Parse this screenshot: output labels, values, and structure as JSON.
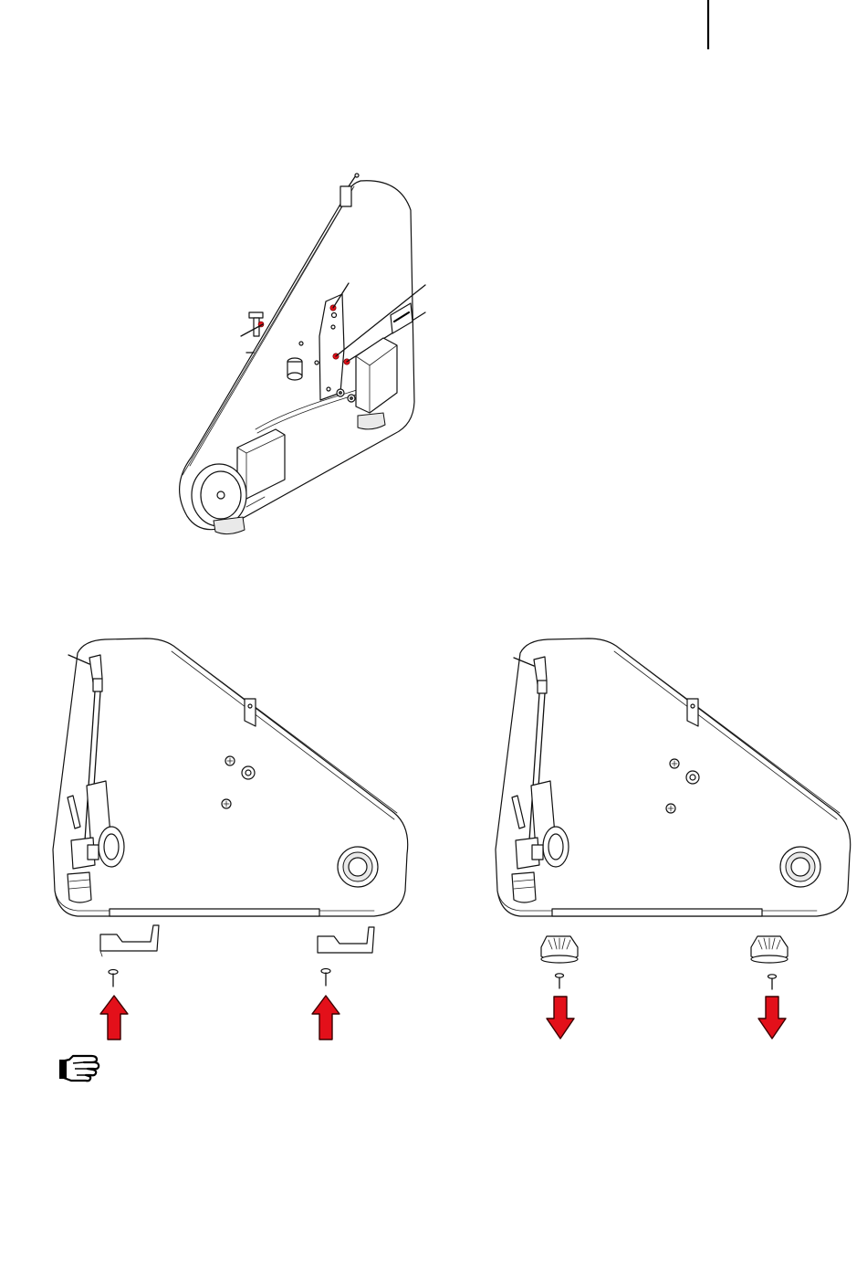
{
  "colors": {
    "line": "#111111",
    "arrow_fill": "#e3101a",
    "arrow_stroke": "#3a0000",
    "marker": "#e3101a",
    "background": "#ffffff"
  },
  "figures": {
    "top": {
      "subject": "turntable-tilted-view",
      "callout_count": 3
    },
    "left": {
      "subject": "turntable-side-transport-brackets",
      "arrow_direction": "up",
      "arrow_count": 2
    },
    "right": {
      "subject": "turntable-side-feet",
      "arrow_direction": "down",
      "arrow_count": 2
    }
  },
  "icons": {
    "note": "pointing-hand-icon",
    "arrow_up": "arrow-up-icon",
    "arrow_down": "arrow-down-icon",
    "screw": "screw-icon",
    "bracket": "transport-bracket-icon",
    "foot": "damping-foot-icon"
  }
}
